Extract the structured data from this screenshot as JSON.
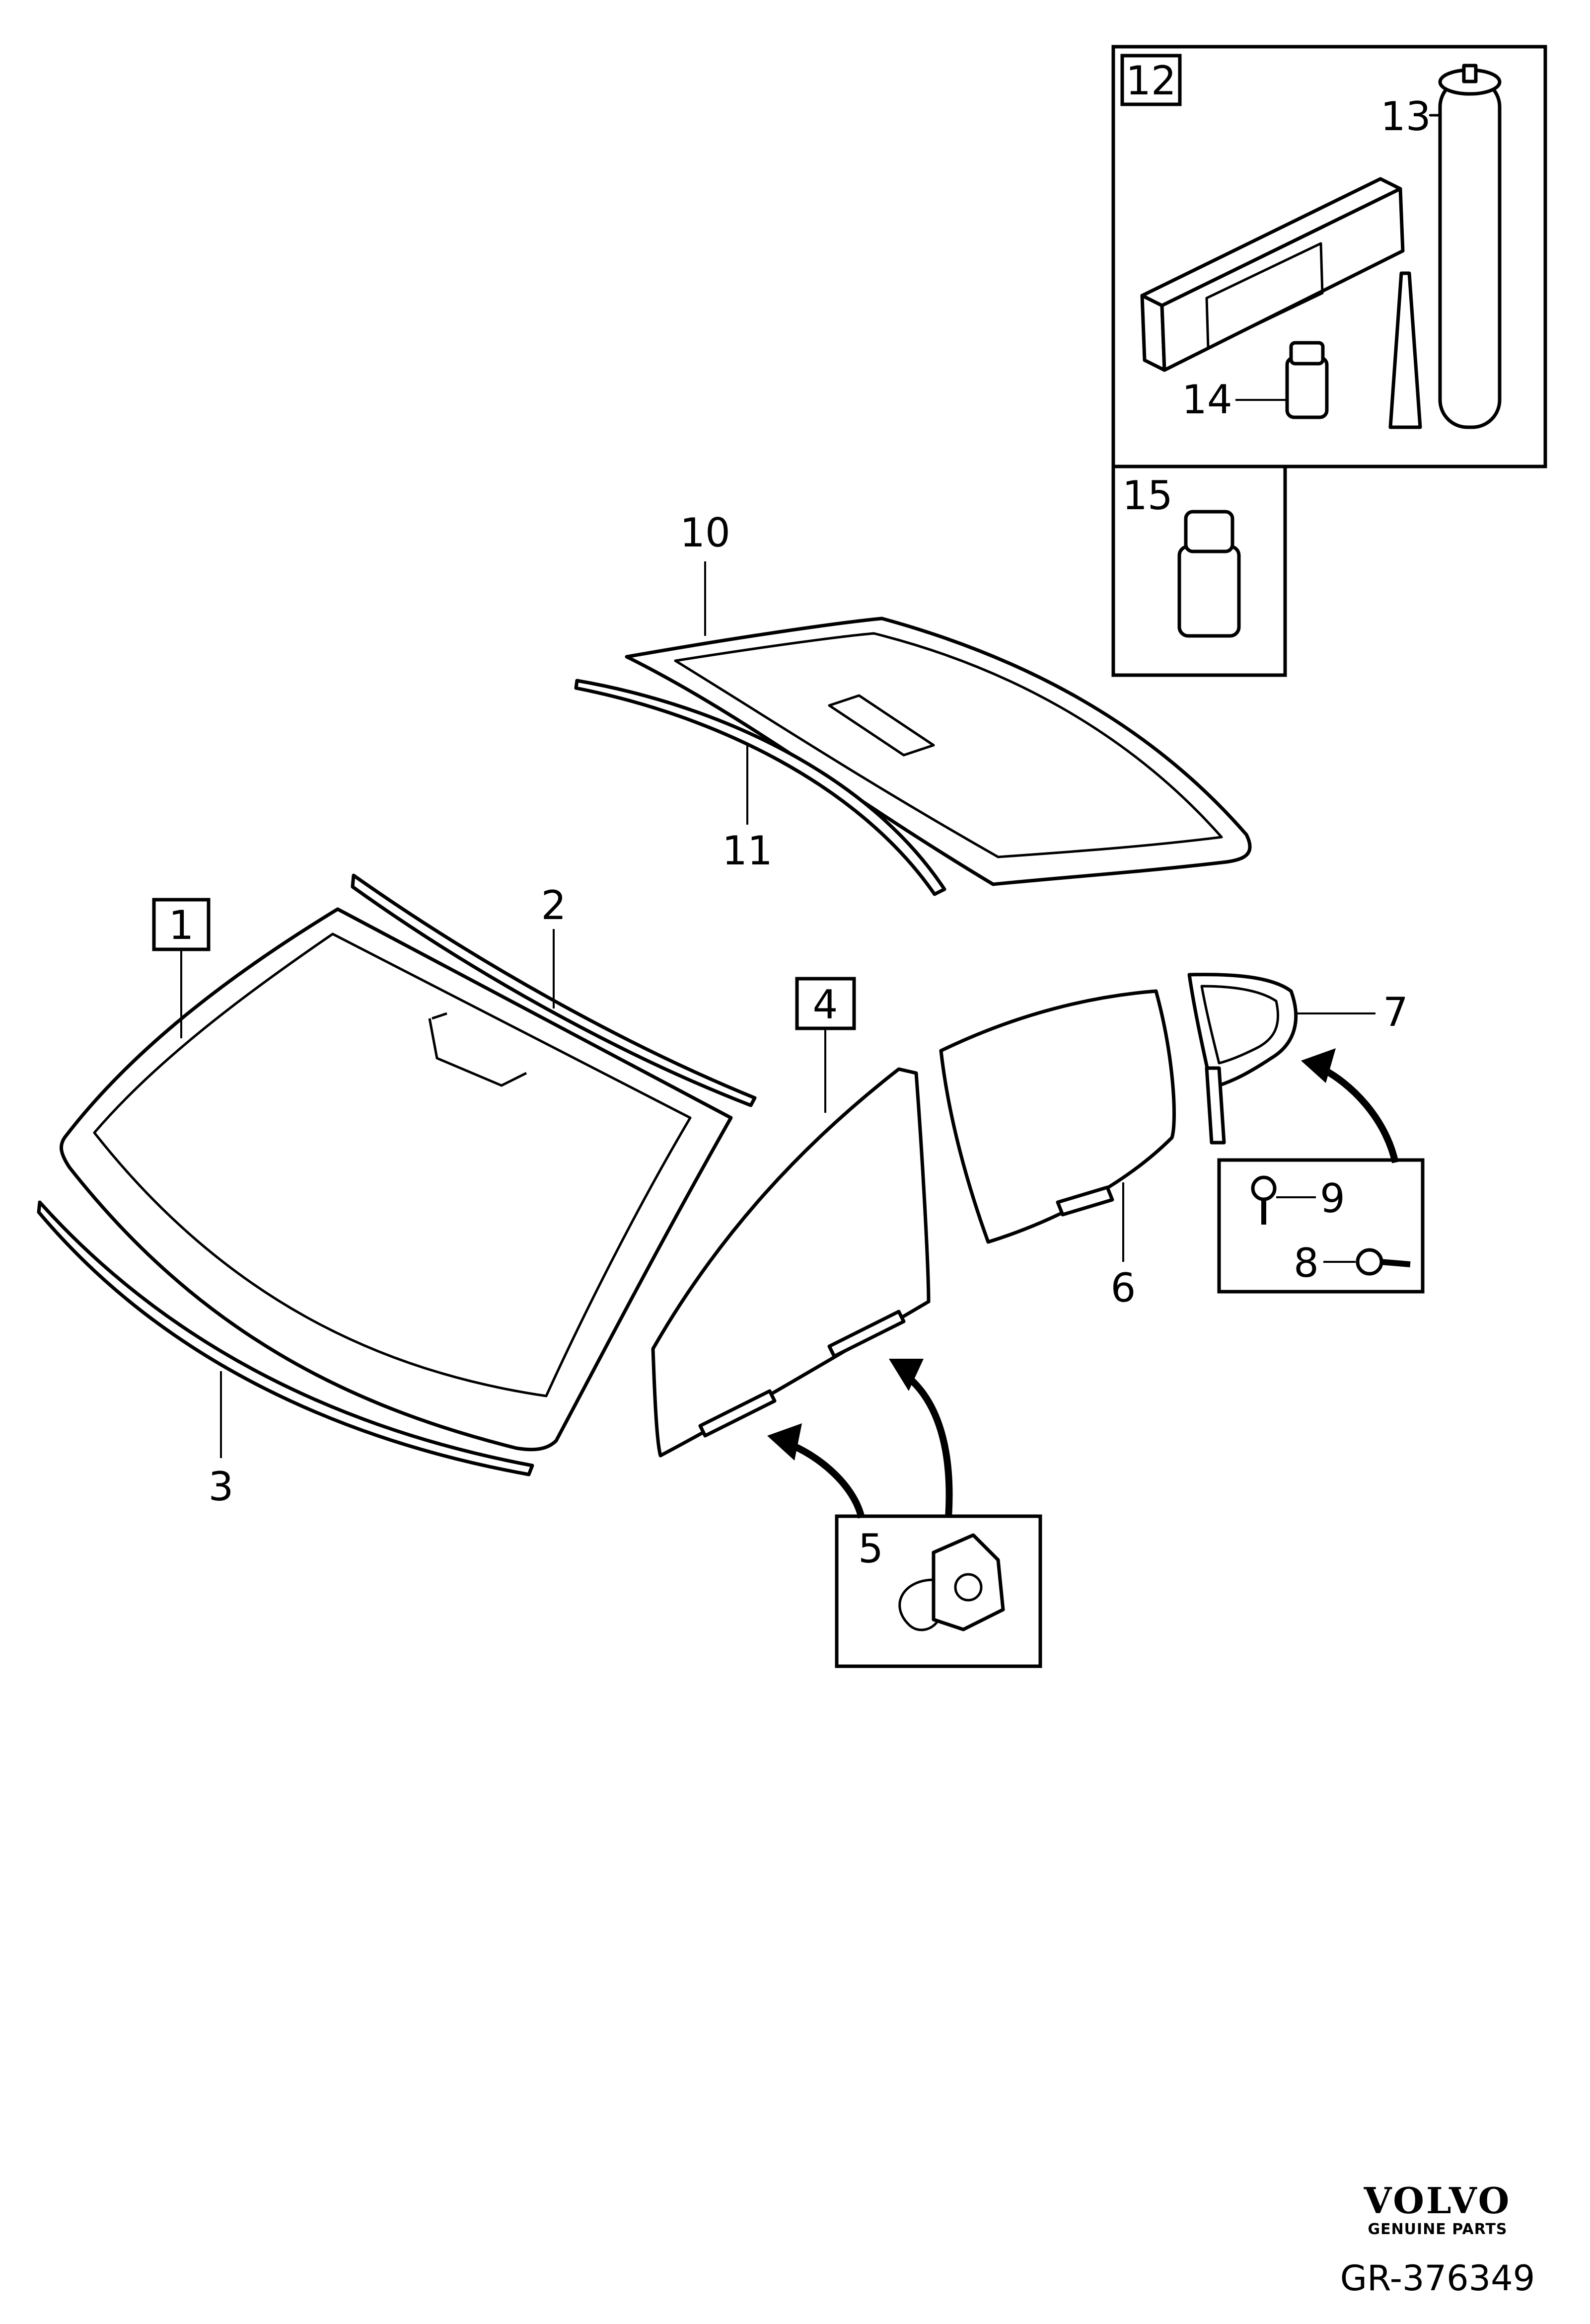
{
  "callouts": {
    "c1": "1",
    "c2": "2",
    "c3": "3",
    "c4": "4",
    "c5": "5",
    "c6": "6",
    "c7": "7",
    "c8": "8",
    "c9": "9",
    "c10": "10",
    "c11": "11",
    "c12": "12",
    "c13": "13",
    "c14": "14",
    "c15": "15"
  },
  "footer": {
    "brand": "VOLVO",
    "subtitle": "GENUINE PARTS",
    "reference": "GR-376349"
  }
}
